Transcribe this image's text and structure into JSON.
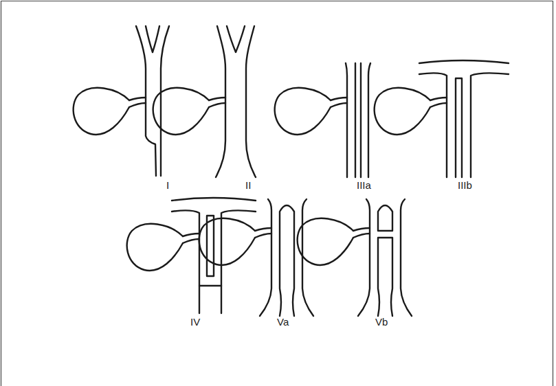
{
  "diagram": {
    "labels": [
      "I",
      "II",
      "IIIa",
      "IIIb",
      "IV",
      "Va",
      "Vb"
    ]
  }
}
